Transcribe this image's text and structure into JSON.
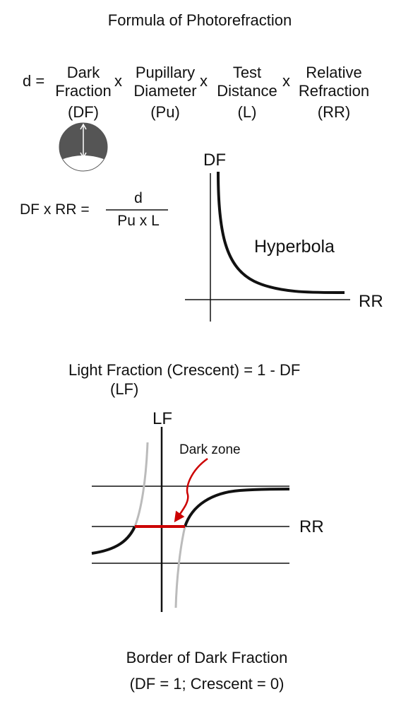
{
  "title": "Formula of Photorefraction",
  "formula": {
    "lhs": "d =",
    "times": "x",
    "terms": [
      {
        "line1": "Dark",
        "line2": "Fraction",
        "abbr": "(DF)"
      },
      {
        "line1": "Pupillary",
        "line2": "Diameter",
        "abbr": "(Pu)"
      },
      {
        "line1": "Test",
        "line2": "Distance",
        "abbr": "(L)"
      },
      {
        "line1": "Relative",
        "line2": "Refraction",
        "abbr": "(RR)"
      }
    ]
  },
  "equation": {
    "lhs": "DF x RR =",
    "numerator": "d",
    "denominator": "Pu x L"
  },
  "hyperbola_graph": {
    "y_label": "DF",
    "x_label": "RR",
    "curve_label": "Hyperbola"
  },
  "light_fraction": {
    "line1": "Light Fraction (Crescent) = 1 - DF",
    "line2": "(LF)"
  },
  "lf_graph": {
    "y_label": "LF",
    "x_label": "RR",
    "annotation": "Dark zone",
    "colors": {
      "curve": "#111111",
      "shifted_curve": "#bbbbbb",
      "dark_zone": "#cc0000"
    }
  },
  "caption": {
    "line1": "Border of Dark Fraction",
    "line2": "(DF = 1; Crescent = 0)"
  }
}
